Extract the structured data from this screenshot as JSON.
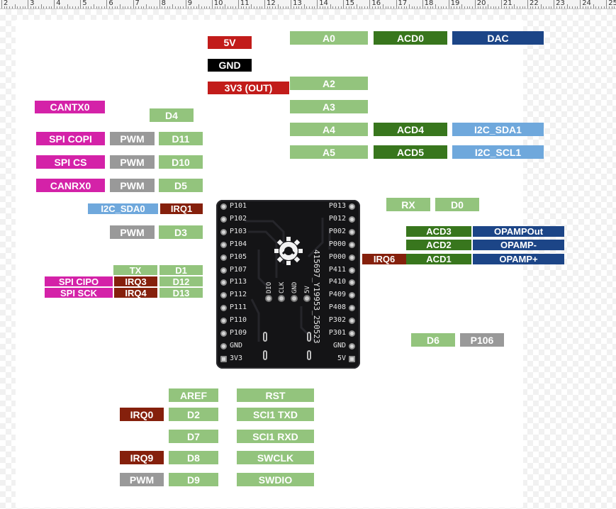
{
  "ruler": {
    "numbers": [
      "2",
      "3",
      "4",
      "5",
      "6",
      "7",
      "8",
      "9",
      "10",
      "11",
      "12",
      "13",
      "14",
      "15",
      "16",
      "17",
      "18",
      "19",
      "20",
      "21",
      "22",
      "23",
      "24",
      "25"
    ]
  },
  "colors": {
    "power_red": "#c21c1a",
    "gnd_black": "#000000",
    "pin_green": "#93c47d",
    "adc_green": "#38761d",
    "dac_blue": "#1c4587",
    "i2c_blue": "#6fa8dc",
    "can_magenta": "#d422a8",
    "pwm_gray": "#999999",
    "irq_maroon": "#85200c"
  },
  "labels": [
    {
      "id": "5v",
      "text": "5V",
      "color": "power_red"
    },
    {
      "id": "gnd",
      "text": "GND",
      "color": "gnd_black"
    },
    {
      "id": "3v3",
      "text": "3V3 (OUT)",
      "color": "power_red"
    },
    {
      "id": "a0",
      "text": "A0",
      "color": "pin_green"
    },
    {
      "id": "acd0",
      "text": "ACD0",
      "color": "adc_green"
    },
    {
      "id": "dac",
      "text": "DAC",
      "color": "dac_blue"
    },
    {
      "id": "a2",
      "text": "A2",
      "color": "pin_green"
    },
    {
      "id": "a3",
      "text": "A3",
      "color": "pin_green"
    },
    {
      "id": "a4",
      "text": "A4",
      "color": "pin_green"
    },
    {
      "id": "acd4",
      "text": "ACD4",
      "color": "adc_green"
    },
    {
      "id": "i2c_sda1",
      "text": "I2C_SDA1",
      "color": "i2c_blue"
    },
    {
      "id": "a5",
      "text": "A5",
      "color": "pin_green"
    },
    {
      "id": "acd5",
      "text": "ACD5",
      "color": "adc_green"
    },
    {
      "id": "i2c_scl1",
      "text": "I2C_SCL1",
      "color": "i2c_blue"
    },
    {
      "id": "cantx0",
      "text": "CANTX0",
      "color": "can_magenta"
    },
    {
      "id": "d4",
      "text": "D4",
      "color": "pin_green"
    },
    {
      "id": "spi_copi",
      "text": "SPI COPI",
      "color": "can_magenta"
    },
    {
      "id": "pwm_d11",
      "text": "PWM",
      "color": "pwm_gray"
    },
    {
      "id": "d11",
      "text": "D11",
      "color": "pin_green"
    },
    {
      "id": "spi_cs",
      "text": "SPI CS",
      "color": "can_magenta"
    },
    {
      "id": "pwm_d10",
      "text": "PWM",
      "color": "pwm_gray"
    },
    {
      "id": "d10",
      "text": "D10",
      "color": "pin_green"
    },
    {
      "id": "canrx0",
      "text": "CANRX0",
      "color": "can_magenta"
    },
    {
      "id": "pwm_d5",
      "text": "PWM",
      "color": "pwm_gray"
    },
    {
      "id": "d5",
      "text": "D5",
      "color": "pin_green"
    },
    {
      "id": "i2c_sda0",
      "text": "I2C_SDA0",
      "color": "i2c_blue"
    },
    {
      "id": "irq1",
      "text": "IRQ1",
      "color": "irq_maroon"
    },
    {
      "id": "pwm_d3",
      "text": "PWM",
      "color": "pwm_gray"
    },
    {
      "id": "d3",
      "text": "D3",
      "color": "pin_green"
    },
    {
      "id": "tx",
      "text": "TX",
      "color": "pin_green"
    },
    {
      "id": "d1",
      "text": "D1",
      "color": "pin_green"
    },
    {
      "id": "spi_cipo",
      "text": "SPI CIPO",
      "color": "can_magenta"
    },
    {
      "id": "irq3",
      "text": "IRQ3",
      "color": "irq_maroon"
    },
    {
      "id": "d12",
      "text": "D12",
      "color": "pin_green"
    },
    {
      "id": "spi_sck",
      "text": "SPI SCK",
      "color": "can_magenta"
    },
    {
      "id": "irq4",
      "text": "IRQ4",
      "color": "irq_maroon"
    },
    {
      "id": "d13",
      "text": "D13",
      "color": "pin_green"
    },
    {
      "id": "rx",
      "text": "RX",
      "color": "pin_green"
    },
    {
      "id": "d0",
      "text": "D0",
      "color": "pin_green"
    },
    {
      "id": "acd3",
      "text": "ACD3",
      "color": "adc_green"
    },
    {
      "id": "opampout",
      "text": "OPAMPOut",
      "color": "dac_blue"
    },
    {
      "id": "acd2",
      "text": "ACD2",
      "color": "adc_green"
    },
    {
      "id": "opamp_minus",
      "text": "OPAMP-",
      "color": "dac_blue"
    },
    {
      "id": "irq6",
      "text": "IRQ6",
      "color": "irq_maroon"
    },
    {
      "id": "acd1",
      "text": "ACD1",
      "color": "adc_green"
    },
    {
      "id": "opamp_plus",
      "text": "OPAMP+",
      "color": "dac_blue"
    },
    {
      "id": "d6",
      "text": "D6",
      "color": "pin_green"
    },
    {
      "id": "p106",
      "text": "P106",
      "color": "pwm_gray"
    },
    {
      "id": "aref",
      "text": "AREF",
      "color": "pin_green"
    },
    {
      "id": "rst",
      "text": "RST",
      "color": "pin_green"
    },
    {
      "id": "irq0",
      "text": "IRQ0",
      "color": "irq_maroon"
    },
    {
      "id": "d2",
      "text": "D2",
      "color": "pin_green"
    },
    {
      "id": "sci1_txd",
      "text": "SCI1 TXD",
      "color": "pin_green"
    },
    {
      "id": "d7",
      "text": "D7",
      "color": "pin_green"
    },
    {
      "id": "sci1_rxd",
      "text": "SCI1 RXD",
      "color": "pin_green"
    },
    {
      "id": "irq9",
      "text": "IRQ9",
      "color": "irq_maroon"
    },
    {
      "id": "d8",
      "text": "D8",
      "color": "pin_green"
    },
    {
      "id": "swclk",
      "text": "SWCLK",
      "color": "pin_green"
    },
    {
      "id": "pwm_d9",
      "text": "PWM",
      "color": "pwm_gray"
    },
    {
      "id": "d9",
      "text": "D9",
      "color": "pin_green"
    },
    {
      "id": "swdio",
      "text": "SWDIO",
      "color": "pin_green"
    }
  ],
  "board": {
    "left_pins": [
      "P101",
      "P102",
      "P103",
      "P104",
      "P105",
      "P107",
      "P113",
      "P112",
      "P111",
      "P110",
      "P109",
      "GND",
      "3V3"
    ],
    "right_pins": [
      "P013",
      "P012",
      "P002",
      "P000",
      "P000",
      "P411",
      "P410",
      "P409",
      "P408",
      "P302",
      "P301",
      "GND",
      "5V"
    ],
    "swd_pins": [
      "DIO",
      "CLK",
      "GND",
      "5V"
    ],
    "silkscreen_text": "415697_Y19953_250523"
  }
}
